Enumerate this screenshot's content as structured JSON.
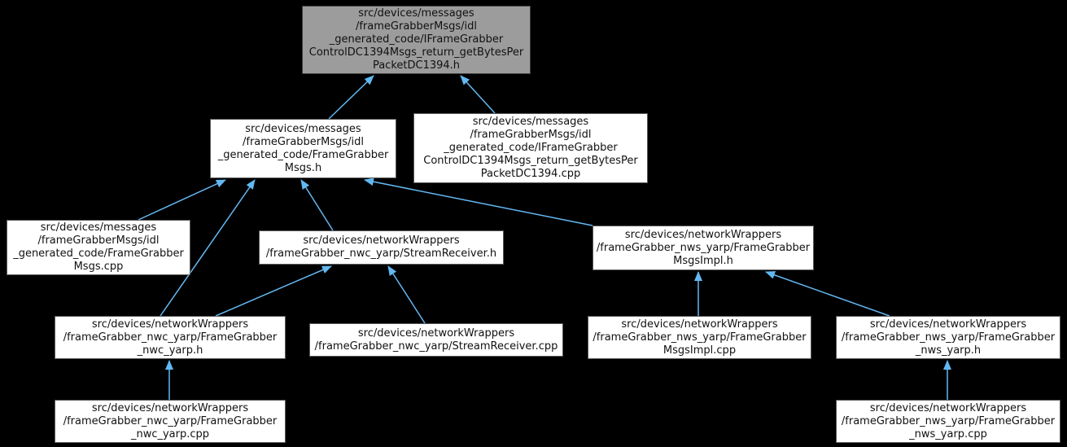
{
  "graph": {
    "type": "doxygen-included-by-dependency-graph",
    "colors": {
      "background": "#000000",
      "arrow": "#63b8f2",
      "node_fill": "#ffffff",
      "node_border": "#595959",
      "highlight_fill": "#9c9c9c",
      "highlight_border": "#3d3d3d",
      "text": "#111111"
    },
    "nodes": [
      {
        "id": "top_h",
        "highlight": true,
        "label": "src/devices/messages\n/frameGrabberMsgs/idl\n_generated_code/IFrameGrabber\nControlDC1394Msgs_return_getBytesPer\nPacketDC1394.h"
      },
      {
        "id": "msgs_h",
        "highlight": false,
        "label": "src/devices/messages\n/frameGrabberMsgs/idl\n_generated_code/FrameGrabber\nMsgs.h"
      },
      {
        "id": "top_cpp",
        "highlight": false,
        "label": "src/devices/messages\n/frameGrabberMsgs/idl\n_generated_code/IFrameGrabber\nControlDC1394Msgs_return_getBytesPer\nPacketDC1394.cpp"
      },
      {
        "id": "msgs_cpp",
        "highlight": false,
        "label": "src/devices/messages\n/frameGrabberMsgs/idl\n_generated_code/FrameGrabber\nMsgs.cpp"
      },
      {
        "id": "streamreceiver_h",
        "highlight": false,
        "label": "src/devices/networkWrappers\n/frameGrabber_nwc_yarp/StreamReceiver.h"
      },
      {
        "id": "msgsimpl_h",
        "highlight": false,
        "label": "src/devices/networkWrappers\n/frameGrabber_nws_yarp/FrameGrabber\nMsgsImpl.h"
      },
      {
        "id": "nwc_yarp_h",
        "highlight": false,
        "label": "src/devices/networkWrappers\n/frameGrabber_nwc_yarp/FrameGrabber\n_nwc_yarp.h"
      },
      {
        "id": "streamreceiver_cpp",
        "highlight": false,
        "label": "src/devices/networkWrappers\n/frameGrabber_nwc_yarp/StreamReceiver.cpp"
      },
      {
        "id": "msgsimpl_cpp",
        "highlight": false,
        "label": "src/devices/networkWrappers\n/frameGrabber_nws_yarp/FrameGrabber\nMsgsImpl.cpp"
      },
      {
        "id": "nws_yarp_h",
        "highlight": false,
        "label": "src/devices/networkWrappers\n/frameGrabber_nws_yarp/FrameGrabber\n_nws_yarp.h"
      },
      {
        "id": "nwc_yarp_cpp",
        "highlight": false,
        "label": "src/devices/networkWrappers\n/frameGrabber_nwc_yarp/FrameGrabber\n_nwc_yarp.cpp"
      },
      {
        "id": "nws_yarp_cpp",
        "highlight": false,
        "label": "src/devices/networkWrappers\n/frameGrabber_nws_yarp/FrameGrabber\n_nws_yarp.cpp"
      }
    ],
    "edges": [
      {
        "from": "msgs_h",
        "to": "top_h"
      },
      {
        "from": "top_cpp",
        "to": "top_h"
      },
      {
        "from": "msgs_cpp",
        "to": "msgs_h"
      },
      {
        "from": "nwc_yarp_h",
        "to": "msgs_h"
      },
      {
        "from": "streamreceiver_h",
        "to": "msgs_h"
      },
      {
        "from": "msgsimpl_h",
        "to": "msgs_h"
      },
      {
        "from": "nwc_yarp_h",
        "to": "streamreceiver_h"
      },
      {
        "from": "streamreceiver_cpp",
        "to": "streamreceiver_h"
      },
      {
        "from": "msgsimpl_cpp",
        "to": "msgsimpl_h"
      },
      {
        "from": "nws_yarp_h",
        "to": "msgsimpl_h"
      },
      {
        "from": "nwc_yarp_cpp",
        "to": "nwc_yarp_h"
      },
      {
        "from": "nws_yarp_cpp",
        "to": "nws_yarp_h"
      }
    ]
  }
}
